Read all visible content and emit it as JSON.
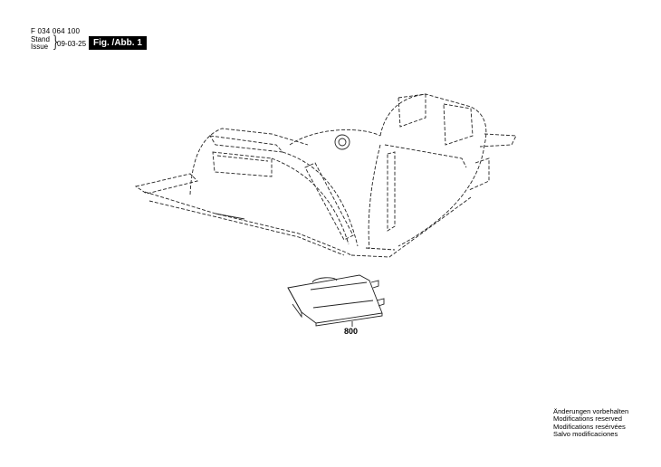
{
  "header": {
    "part_number": "F 034 064 100",
    "stand_label": "Stand",
    "issue_label": "Issue",
    "brace": "}",
    "date": "09-03-25",
    "figure_label": "Fig. /Abb. 1"
  },
  "diagram": {
    "description": "Exploded parts view: dashed-outline housing with separate cover part below",
    "callouts": [
      {
        "id": "800",
        "label": "800"
      }
    ]
  },
  "footer": {
    "notes": [
      "Änderungen vorbehalten",
      "Modifications reserved",
      "Modifications resérvées",
      "Salvo modificaciones"
    ]
  }
}
